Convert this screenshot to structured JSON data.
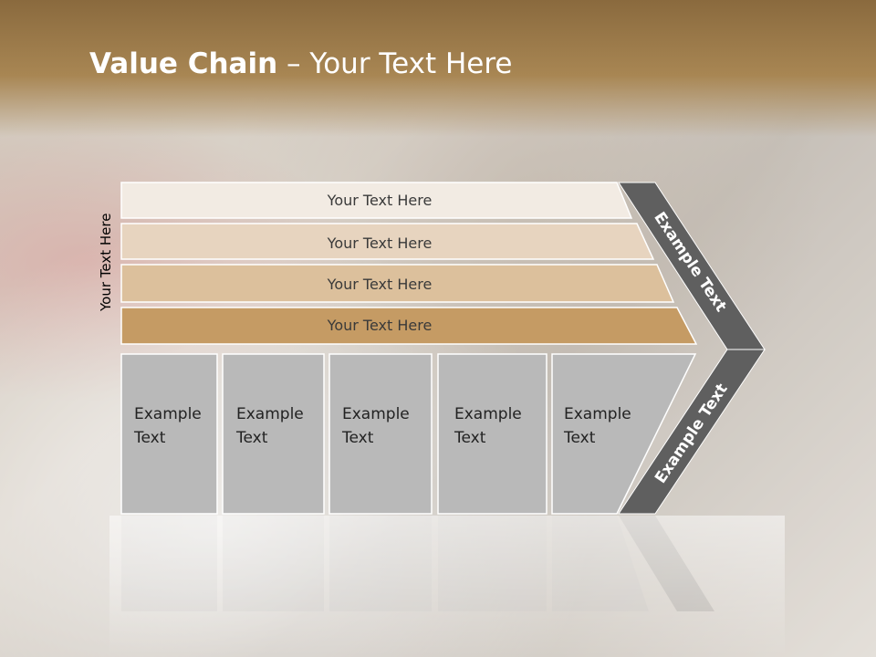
{
  "slide": {
    "title_bold": "Value Chain",
    "title_sep": " – ",
    "title_rest": "Your Text Here",
    "side_label": "Your Text Here"
  },
  "bars": [
    {
      "label": "Your Text Here",
      "color": "#f2ebe3"
    },
    {
      "label": "Your Text Here",
      "color": "#e7d4bf"
    },
    {
      "label": "Your Text Here",
      "color": "#dcc09c"
    },
    {
      "label": "Your Text Here",
      "color": "#c59b64"
    }
  ],
  "boxes": [
    {
      "line1": "Example",
      "line2": "Text"
    },
    {
      "line1": "Example",
      "line2": "Text"
    },
    {
      "line1": "Example",
      "line2": "Text"
    },
    {
      "line1": "Example",
      "line2": "Text"
    },
    {
      "line1": "Example",
      "line2": "Text"
    }
  ],
  "chevrons": {
    "top_label": "Example Text",
    "bottom_label": "Example Text",
    "color": "#5f5f5f"
  },
  "colors": {
    "title_band": "#a88653",
    "box_fill": "#b9b9b9",
    "box_stroke": "#ffffff"
  }
}
